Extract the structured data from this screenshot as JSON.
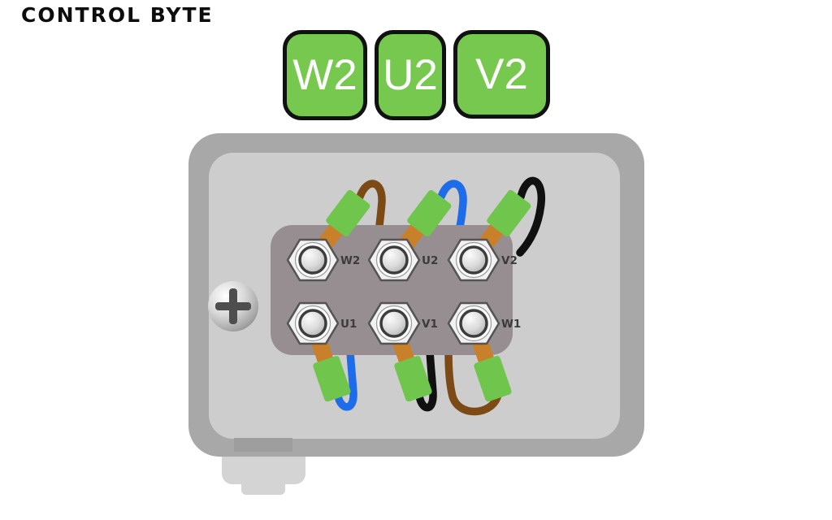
{
  "logo": {
    "text": "CONTROL BYTE"
  },
  "header_tags": [
    {
      "text": "W2"
    },
    {
      "text": "U2"
    },
    {
      "text": "V2"
    }
  ],
  "terminals": {
    "top_row": [
      {
        "label": "W2",
        "wire_color_name": "brown"
      },
      {
        "label": "U2",
        "wire_color_name": "blue"
      },
      {
        "label": "V2",
        "wire_color_name": "black"
      }
    ],
    "bottom_row": [
      {
        "label": "U1",
        "wire_color_name": "blue"
      },
      {
        "label": "V1",
        "wire_color_name": "black"
      },
      {
        "label": "W1",
        "wire_color_name": "brown"
      }
    ]
  },
  "colors": {
    "tag_green": "#77c84f",
    "sleeve_green": "#70c64d",
    "lug_copper": "#c9802b",
    "wire_brown": "#7b4a15",
    "wire_blue": "#1c6ceb",
    "wire_black": "#101010",
    "box_gray": "#a8a8a8",
    "panel_gray": "#cdcdcd",
    "block_gray": "#968e90",
    "gland_gray": "#d4d4d4"
  }
}
